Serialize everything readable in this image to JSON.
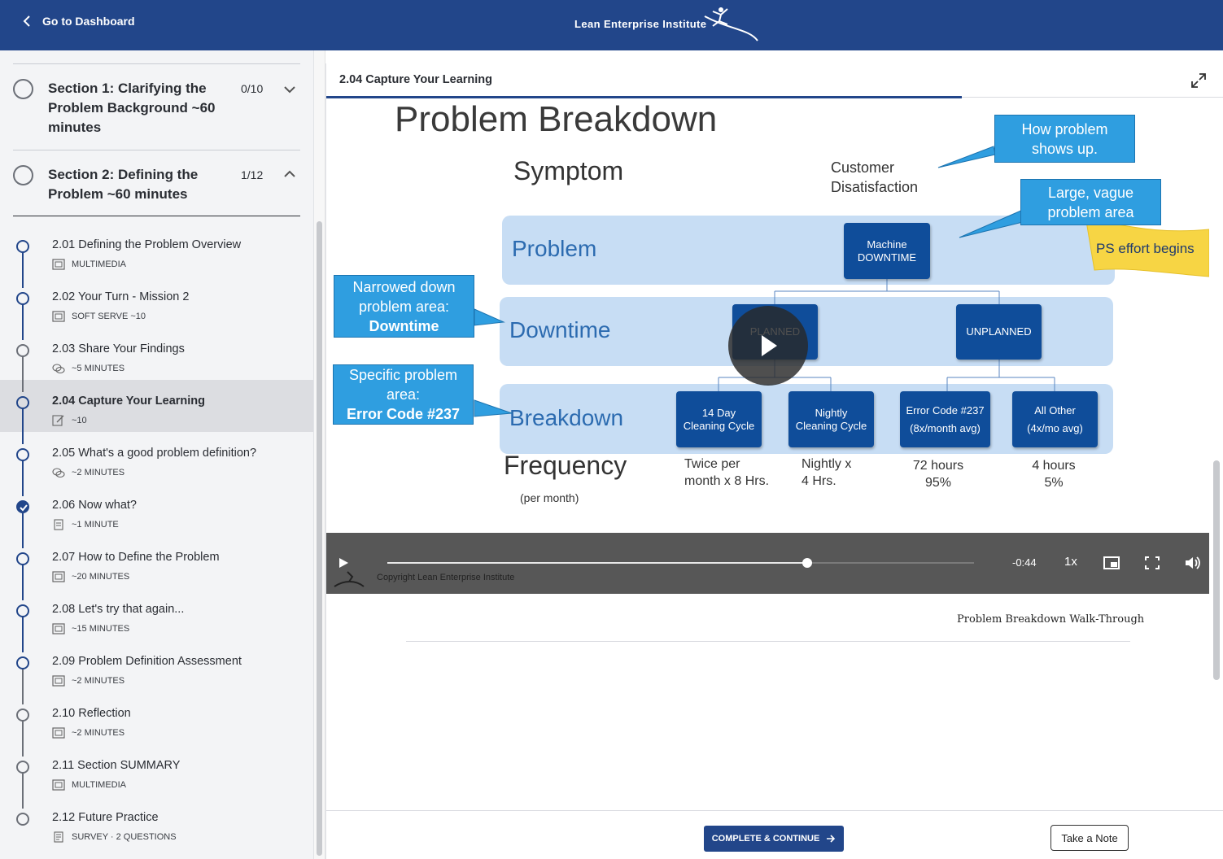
{
  "header": {
    "back_label": "Go to Dashboard",
    "logo_text": "Lean Enterprise Institute"
  },
  "sidebar": {
    "sections": [
      {
        "title": "Section 1: Clarifying the Problem Background ~60 minutes",
        "count": "0/10"
      },
      {
        "title": "Section 2: Defining the Problem ~60 minutes",
        "count": "1/12"
      }
    ],
    "lessons": [
      {
        "title": "2.01 Defining the Problem Overview",
        "meta": "MULTIMEDIA",
        "icon": "multimedia-icon"
      },
      {
        "title": "2.02 Your Turn - Mission 2",
        "meta": "SOFT SERVE ~10",
        "icon": "multimedia-icon"
      },
      {
        "title": "2.03 Share Your Findings",
        "meta": "~5 MINUTES",
        "icon": "discussion-icon"
      },
      {
        "title": "2.04 Capture Your Learning",
        "meta": "~10",
        "icon": "edit-icon"
      },
      {
        "title": "2.05 What's a good problem definition?",
        "meta": "~2 MINUTES",
        "icon": "discussion-icon"
      },
      {
        "title": "2.06 Now what?",
        "meta": "~1 MINUTE",
        "icon": "document-icon"
      },
      {
        "title": "2.07 How to Define the Problem",
        "meta": "~20 MINUTES",
        "icon": "multimedia-icon"
      },
      {
        "title": "2.08 Let's try that again...",
        "meta": "~15 MINUTES",
        "icon": "multimedia-icon"
      },
      {
        "title": "2.09 Problem Definition Assessment",
        "meta": "~2 MINUTES",
        "icon": "multimedia-icon"
      },
      {
        "title": "2.10 Reflection",
        "meta": "~2 MINUTES",
        "icon": "multimedia-icon"
      },
      {
        "title": "2.11 Section SUMMARY",
        "meta": "MULTIMEDIA",
        "icon": "multimedia-icon"
      },
      {
        "title": "2.12 Future Practice",
        "meta": "SURVEY · 2 QUESTIONS",
        "icon": "survey-icon"
      }
    ]
  },
  "main": {
    "title": "2.04 Capture Your Learning",
    "slide": {
      "title": "Problem Breakdown",
      "symptom": "Symptom",
      "customer": [
        "Customer",
        "Disatisfaction"
      ],
      "rows": [
        "Problem",
        "Downtime",
        "Breakdown"
      ],
      "frequency": "Frequency",
      "per_month": "(per month)",
      "boxes": {
        "machine": [
          "Machine",
          "DOWNTIME"
        ],
        "planned": "PLANNED",
        "unplanned": "UNPLANNED",
        "day14": [
          "14 Day",
          "Cleaning Cycle"
        ],
        "nightly": [
          "Nightly",
          "Cleaning Cycle"
        ],
        "error": [
          "Error Code #237",
          "(8x/month avg)"
        ],
        "other": [
          "All Other",
          "(4x/mo avg)"
        ]
      },
      "callouts": {
        "shows": [
          "How problem",
          "shows up."
        ],
        "vague": [
          "Large, vague",
          "problem area"
        ],
        "ps": "PS effort begins",
        "narrowed": [
          "Narrowed down",
          "problem area:",
          "Downtime"
        ],
        "specific": [
          "Specific problem",
          "area:",
          "Error Code #237"
        ]
      },
      "freqs": [
        [
          "Twice per",
          "month x 8 Hrs."
        ],
        [
          "Nightly x",
          "4 Hrs."
        ],
        [
          "72 hours",
          "95%"
        ],
        [
          "4 hours",
          "5%"
        ]
      ]
    },
    "video": {
      "copyright": "Copyright Lean Enterprise Institute",
      "time_remaining": "-0:44",
      "rate": "1x",
      "progress": 0.715
    },
    "caption": "Problem Breakdown Walk-Through",
    "complete_label": "COMPLETE & CONTINUE",
    "note_label": "Take a Note"
  }
}
